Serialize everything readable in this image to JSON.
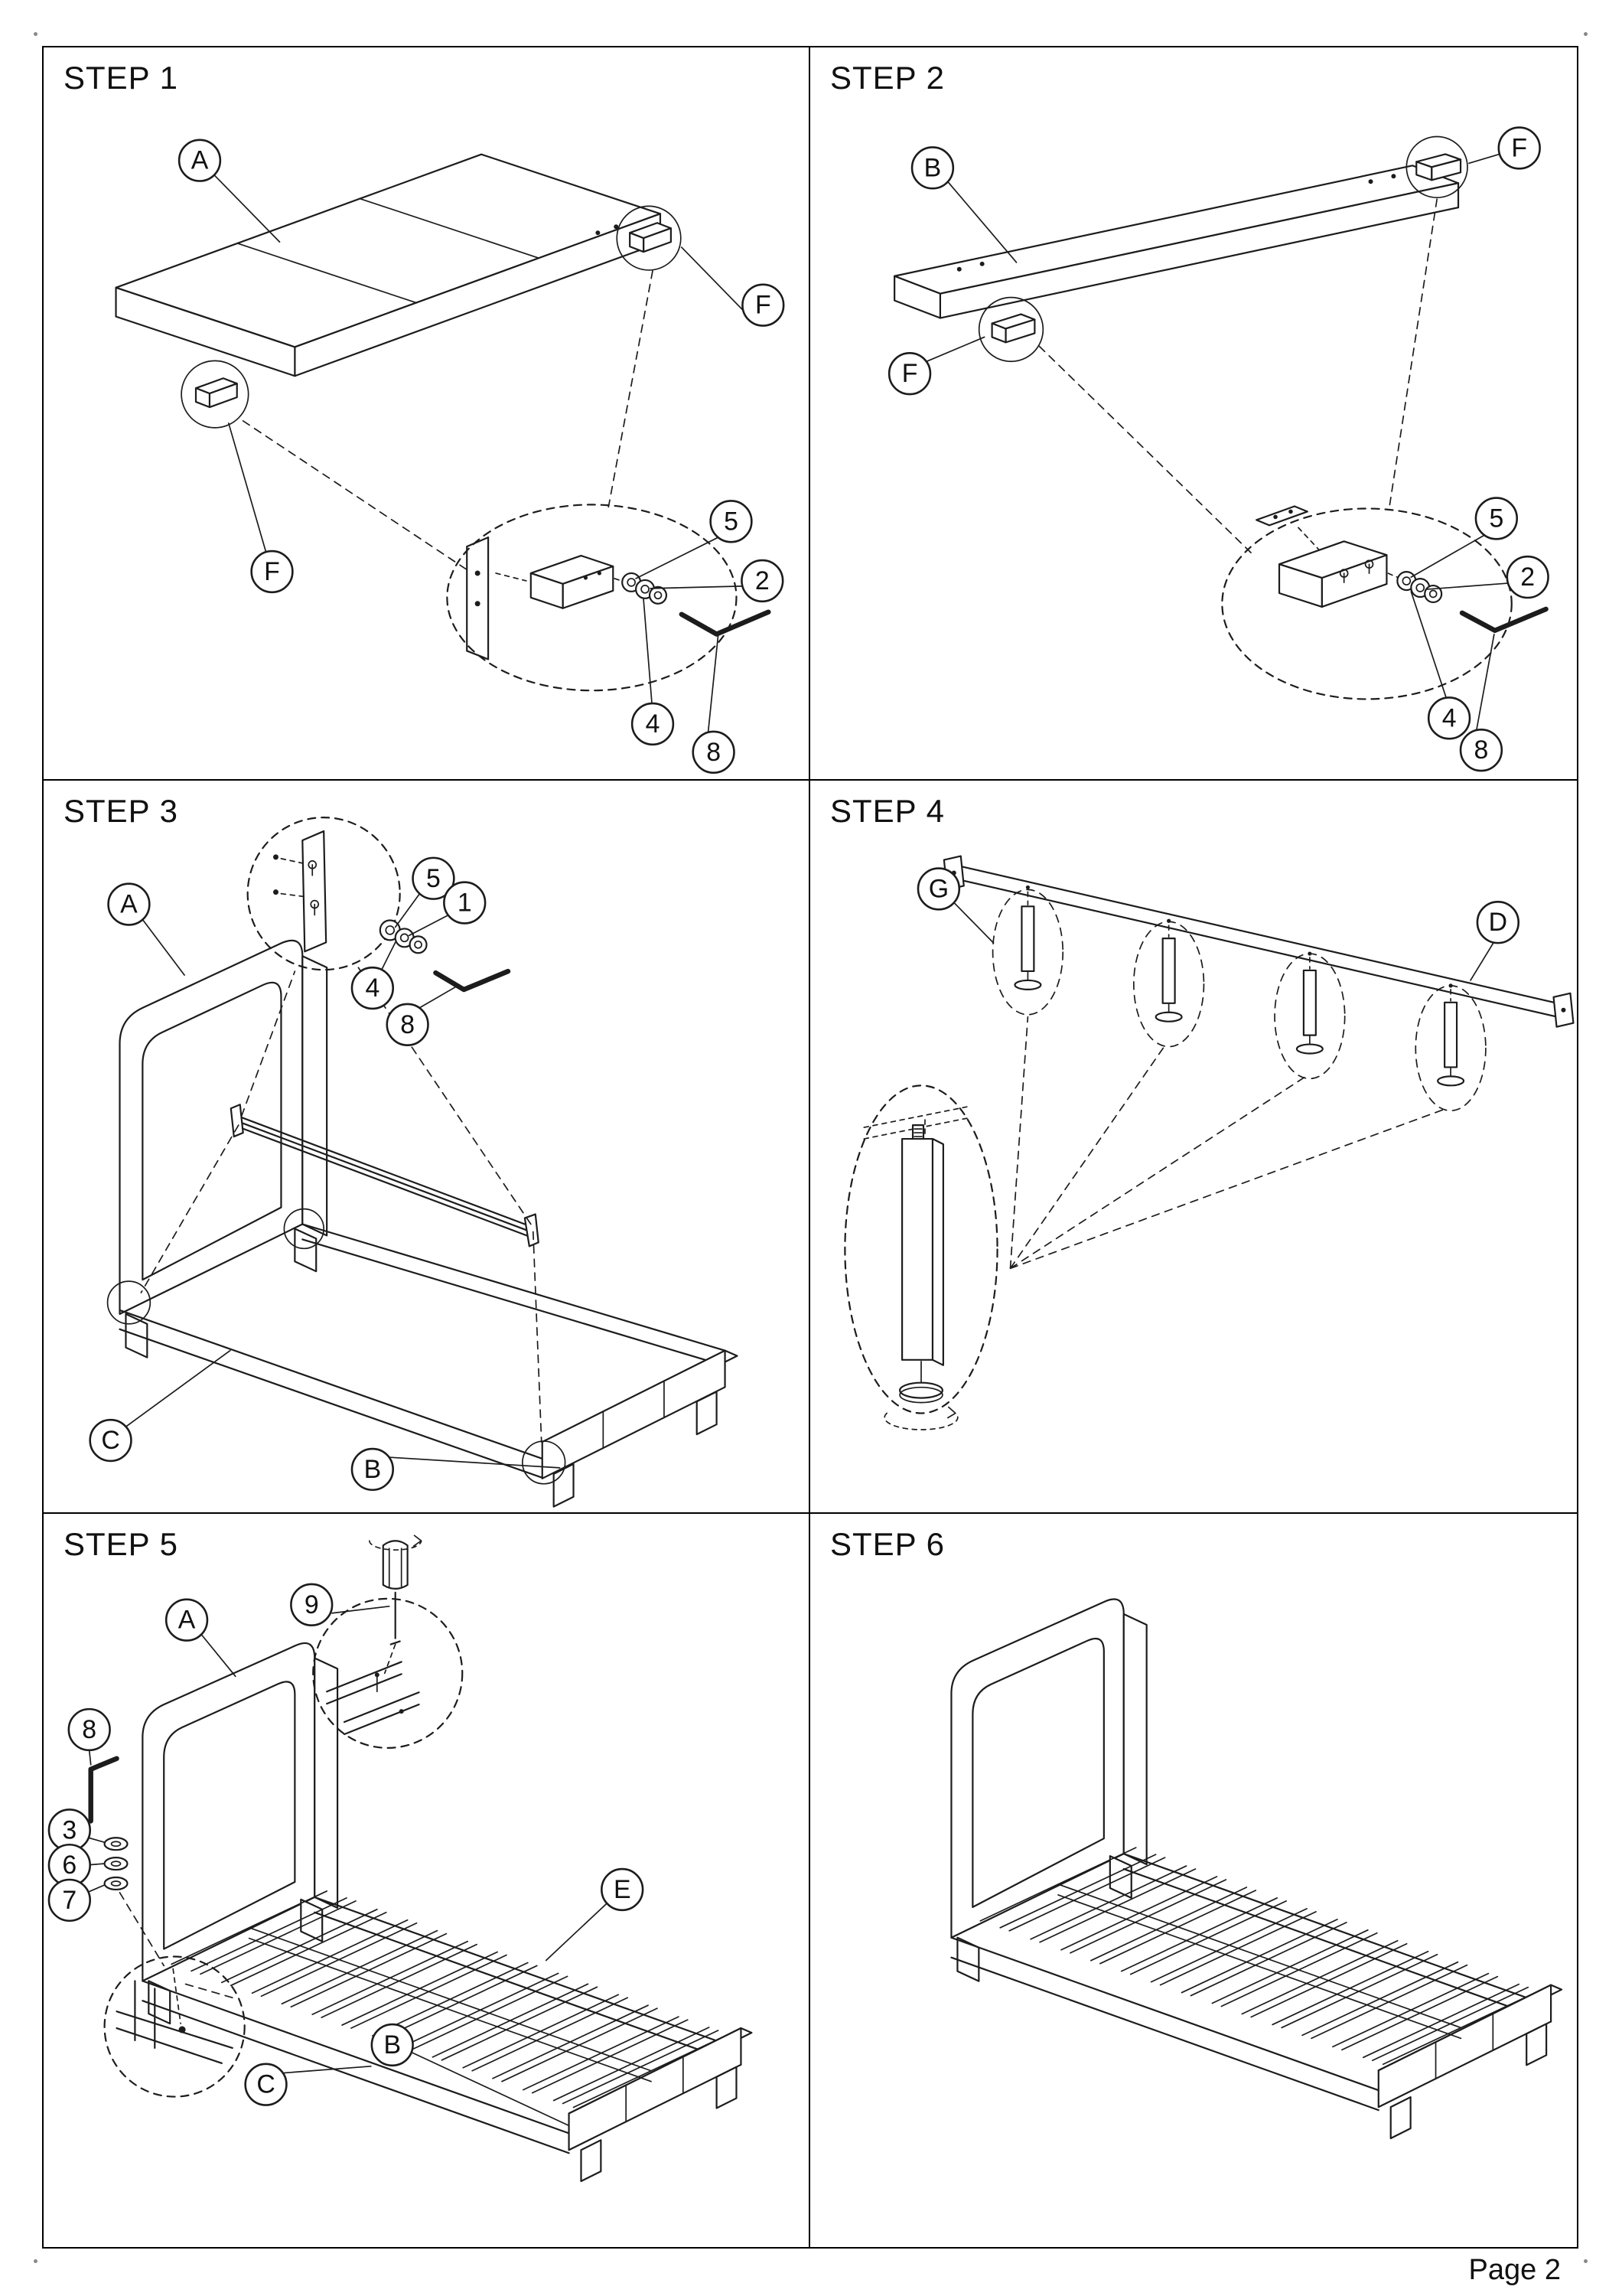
{
  "page": {
    "number_label": "Page 2"
  },
  "colors": {
    "ink": "#1c1c1c",
    "paper": "#ffffff"
  },
  "steps": [
    {
      "title": "STEP 1",
      "callouts": [
        "A",
        "F",
        "F",
        "5",
        "2",
        "4",
        "8"
      ]
    },
    {
      "title": "STEP 2",
      "callouts": [
        "B",
        "F",
        "F",
        "5",
        "2",
        "4",
        "8"
      ]
    },
    {
      "title": "STEP 3",
      "callouts": [
        "A",
        "5",
        "1",
        "4",
        "8",
        "C",
        "B"
      ]
    },
    {
      "title": "STEP 4",
      "callouts": [
        "G",
        "D"
      ]
    },
    {
      "title": "STEP 5",
      "callouts": [
        "A",
        "9",
        "8",
        "3",
        "6",
        "7",
        "E",
        "B",
        "C"
      ]
    },
    {
      "title": "STEP 6",
      "callouts": []
    }
  ]
}
